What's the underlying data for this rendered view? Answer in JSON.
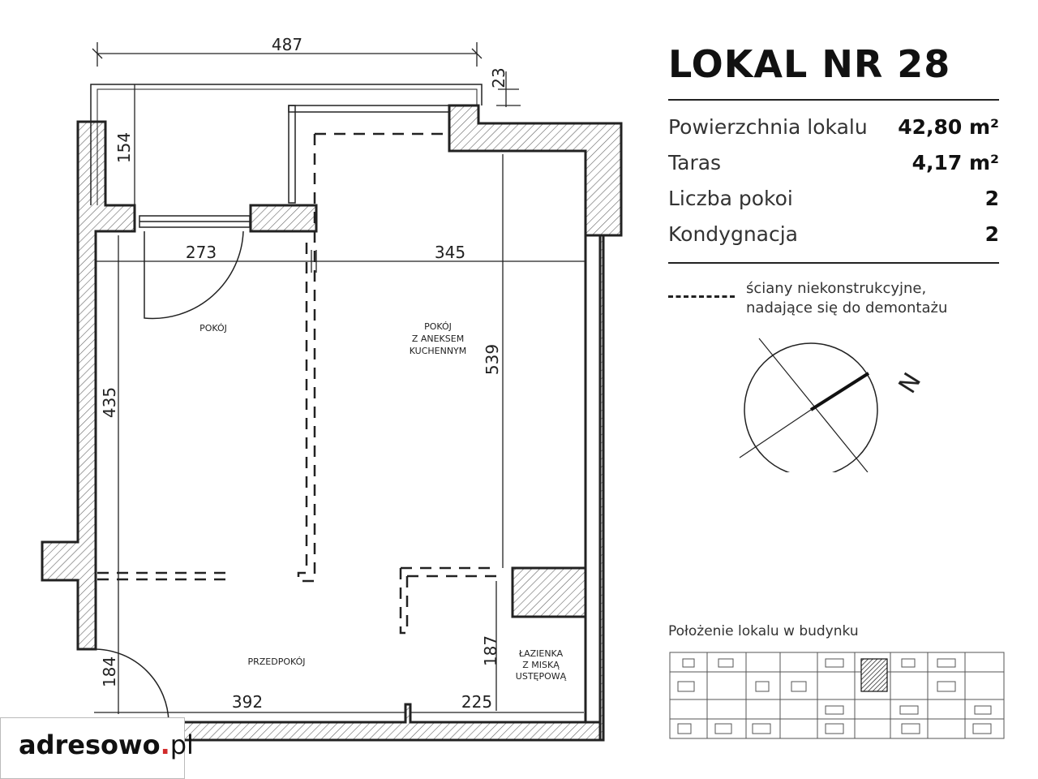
{
  "header": {
    "title": "LOKAL NR 28"
  },
  "stats": [
    {
      "label": "Powierzchnia lokalu",
      "value": "42,80 m²"
    },
    {
      "label": "Taras",
      "value": "4,17 m²"
    },
    {
      "label": "Liczba pokoi",
      "value": "2"
    },
    {
      "label": "Kondygnacja",
      "value": "2"
    }
  ],
  "legend": {
    "line1": "ściany niekonstrukcyjne,",
    "line2": "nadające się do demontażu"
  },
  "compass": {
    "north_label": "N"
  },
  "location": {
    "label": "Położenie lokalu w budynku"
  },
  "plan": {
    "dimensions": {
      "top_width": "487",
      "balcony_offset": "23",
      "balcony_depth": "154",
      "left_room_width": "273",
      "right_room_width": "345",
      "left_height": "435",
      "right_height": "539",
      "hall_height": "184",
      "bath_height": "187",
      "bottom_left": "392",
      "bottom_right": "225"
    },
    "rooms": {
      "room1": "POKÓJ",
      "room2_line1": "POKÓJ",
      "room2_line2": "Z ANEKSEM",
      "room2_line3": "KUCHENNYM",
      "hall": "PRZEDPOKÓJ",
      "bath_line1": "ŁAZIENKA",
      "bath_line2": "Z MISKĄ",
      "bath_line3": "USTĘPOWĄ"
    }
  },
  "logo": {
    "brand": "adresowo",
    "dot": ".",
    "tld": "pl"
  },
  "colors": {
    "wall": "#222222",
    "accent": "#d12a2a"
  }
}
